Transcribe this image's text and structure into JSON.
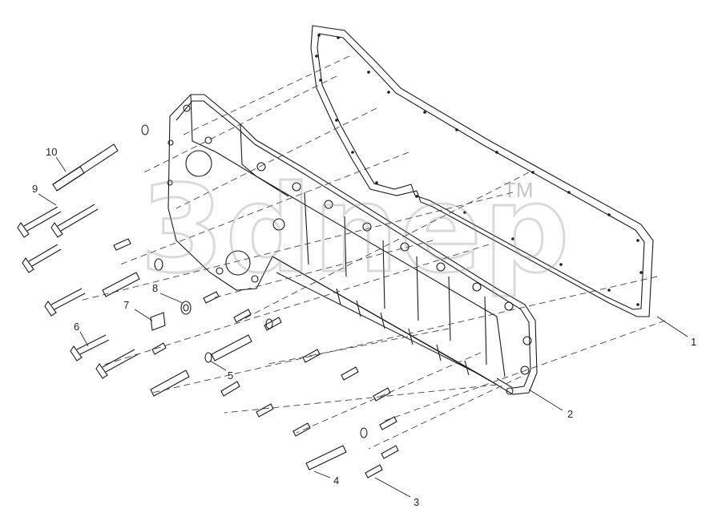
{
  "diagram": {
    "watermark": "3dnep",
    "watermark_tm": "TM",
    "callouts": [
      {
        "id": "1",
        "label": "1"
      },
      {
        "id": "2",
        "label": "2"
      },
      {
        "id": "3",
        "label": "3"
      },
      {
        "id": "4",
        "label": "4"
      },
      {
        "id": "5",
        "label": "5"
      },
      {
        "id": "6",
        "label": "6"
      },
      {
        "id": "7",
        "label": "7"
      },
      {
        "id": "8",
        "label": "8"
      },
      {
        "id": "9",
        "label": "9"
      },
      {
        "id": "10",
        "label": "10"
      }
    ]
  },
  "colors": {
    "line": "#1a1a1a",
    "dash": "#444444",
    "watermark": "#9a9a9a"
  }
}
